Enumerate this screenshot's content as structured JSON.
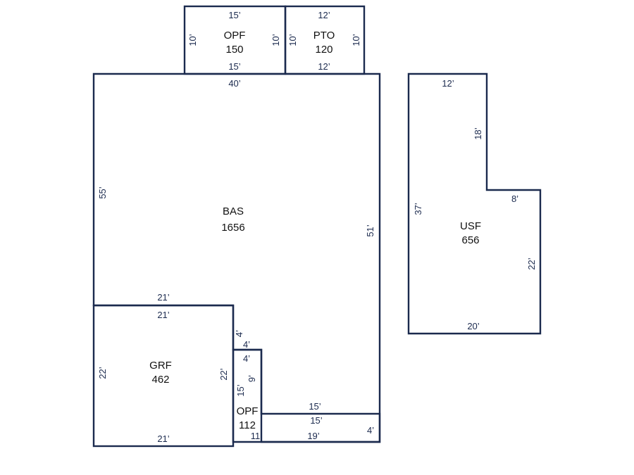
{
  "colors": {
    "line": "#1b2a4e",
    "label": "#111111",
    "background": "#ffffff"
  },
  "areas": {
    "bas": {
      "code": "BAS",
      "sqft": "1656"
    },
    "opf_top": {
      "code": "OPF",
      "sqft": "150"
    },
    "pto": {
      "code": "PTO",
      "sqft": "120"
    },
    "grf": {
      "code": "GRF",
      "sqft": "462"
    },
    "opf_bottom": {
      "code": "OPF",
      "sqft": "112"
    },
    "usf": {
      "code": "USF",
      "sqft": "656"
    }
  },
  "dims": {
    "opf_top_top": "15’",
    "opf_top_bottom": "15’",
    "opf_top_left": "10’",
    "opf_top_right": "10’",
    "pto_top": "12’",
    "pto_bottom": "12’",
    "pto_left": "10’",
    "pto_right": "10’",
    "bas_top": "40’",
    "bas_left": "55’",
    "bas_right": "51’",
    "grf_top_outer": "21’",
    "grf_top_inner": "21’",
    "grf_left": "22’",
    "grf_right": "22’",
    "grf_bottom": "21’",
    "step_4a": "4’",
    "step_4b": "4’",
    "step_4c": "4’",
    "opf_9": "9’",
    "opf_15": "15’",
    "opf_inner_15": "15’",
    "opf_lower_15": "15’",
    "opf_11": "11’",
    "opf_19": "19’",
    "opf_4": "4’",
    "usf_top": "12’",
    "usf_18": "18’",
    "usf_8": "8’",
    "usf_37": "37’",
    "usf_22": "22’",
    "usf_bottom": "20’"
  }
}
